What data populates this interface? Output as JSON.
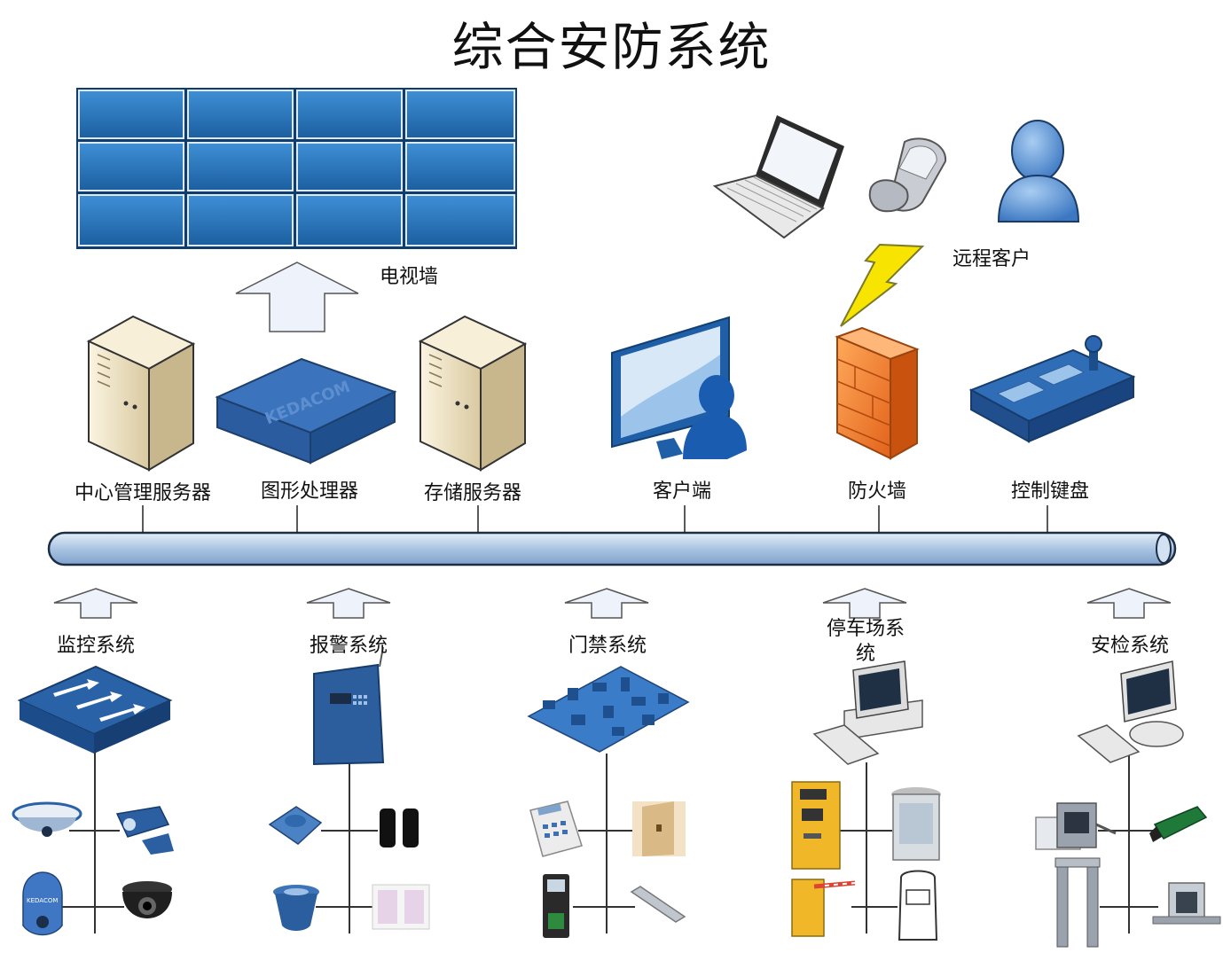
{
  "title": "综合安防系统",
  "labels": {
    "tv_wall": "电视墙",
    "remote_client": "远程客户",
    "center_server": "中心管理服务器",
    "graphics_processor": "图形处理器",
    "storage_server": "存储服务器",
    "client": "客户端",
    "firewall": "防火墙",
    "control_keyboard": "控制键盘",
    "monitoring": "监控系统",
    "alarm": "报警系统",
    "access_control": "门禁系统",
    "parking": "停车场系统",
    "security_check": "安检系统",
    "processor_brand": "KEDACOM",
    "camera_brand": "KEDACOM"
  },
  "colors": {
    "tv_blue": "#1f6db0",
    "server_beige": "#efe3c4",
    "device_blue": "#2a62a8",
    "firewall_orange": "#f07d22",
    "bus_fill": "#b9d0e8",
    "arrow_fill": "#eef3fb"
  },
  "icons": [
    "video-wall-icon",
    "laptop-icon",
    "mobile-phone-icon",
    "user-icon",
    "lightning-icon",
    "server-icon",
    "processor-box-icon",
    "monitor-user-icon",
    "firewall-icon",
    "ptz-keyboard-icon",
    "network-switch-icon",
    "alarm-panel-icon",
    "circuit-board-icon",
    "desktop-computer-icon",
    "dome-camera-icon",
    "bullet-camera-icon",
    "speed-dome-camera-icon",
    "ir-camera-icon",
    "panic-button-icon",
    "beam-detector-icon",
    "siren-icon",
    "pir-detector-icon",
    "keypad-reader-icon",
    "door-icon",
    "fingerprint-reader-icon",
    "electric-lock-icon",
    "ticket-machine-icon",
    "guard-booth-icon",
    "barrier-gate-icon",
    "car-icon",
    "xray-scanner-icon",
    "metal-detector-wand-icon",
    "walkthrough-detector-icon",
    "baggage-scanner-icon"
  ]
}
